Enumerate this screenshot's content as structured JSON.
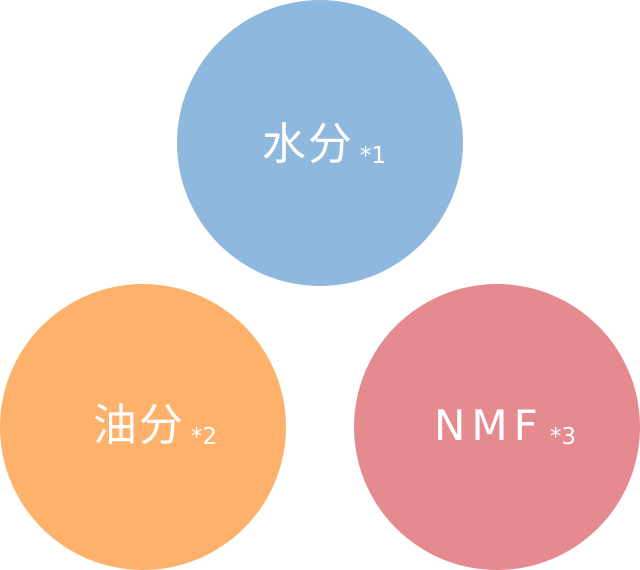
{
  "colors": {
    "circle_top": "#8fb8de",
    "circle_left": "#fdb16b",
    "circle_right": "#e58a8f",
    "text": "#ffffff"
  },
  "circles": [
    {
      "label": "水分",
      "note": "*1"
    },
    {
      "label": "油分",
      "note": "*2"
    },
    {
      "label": "NMF",
      "note": "*3"
    }
  ]
}
